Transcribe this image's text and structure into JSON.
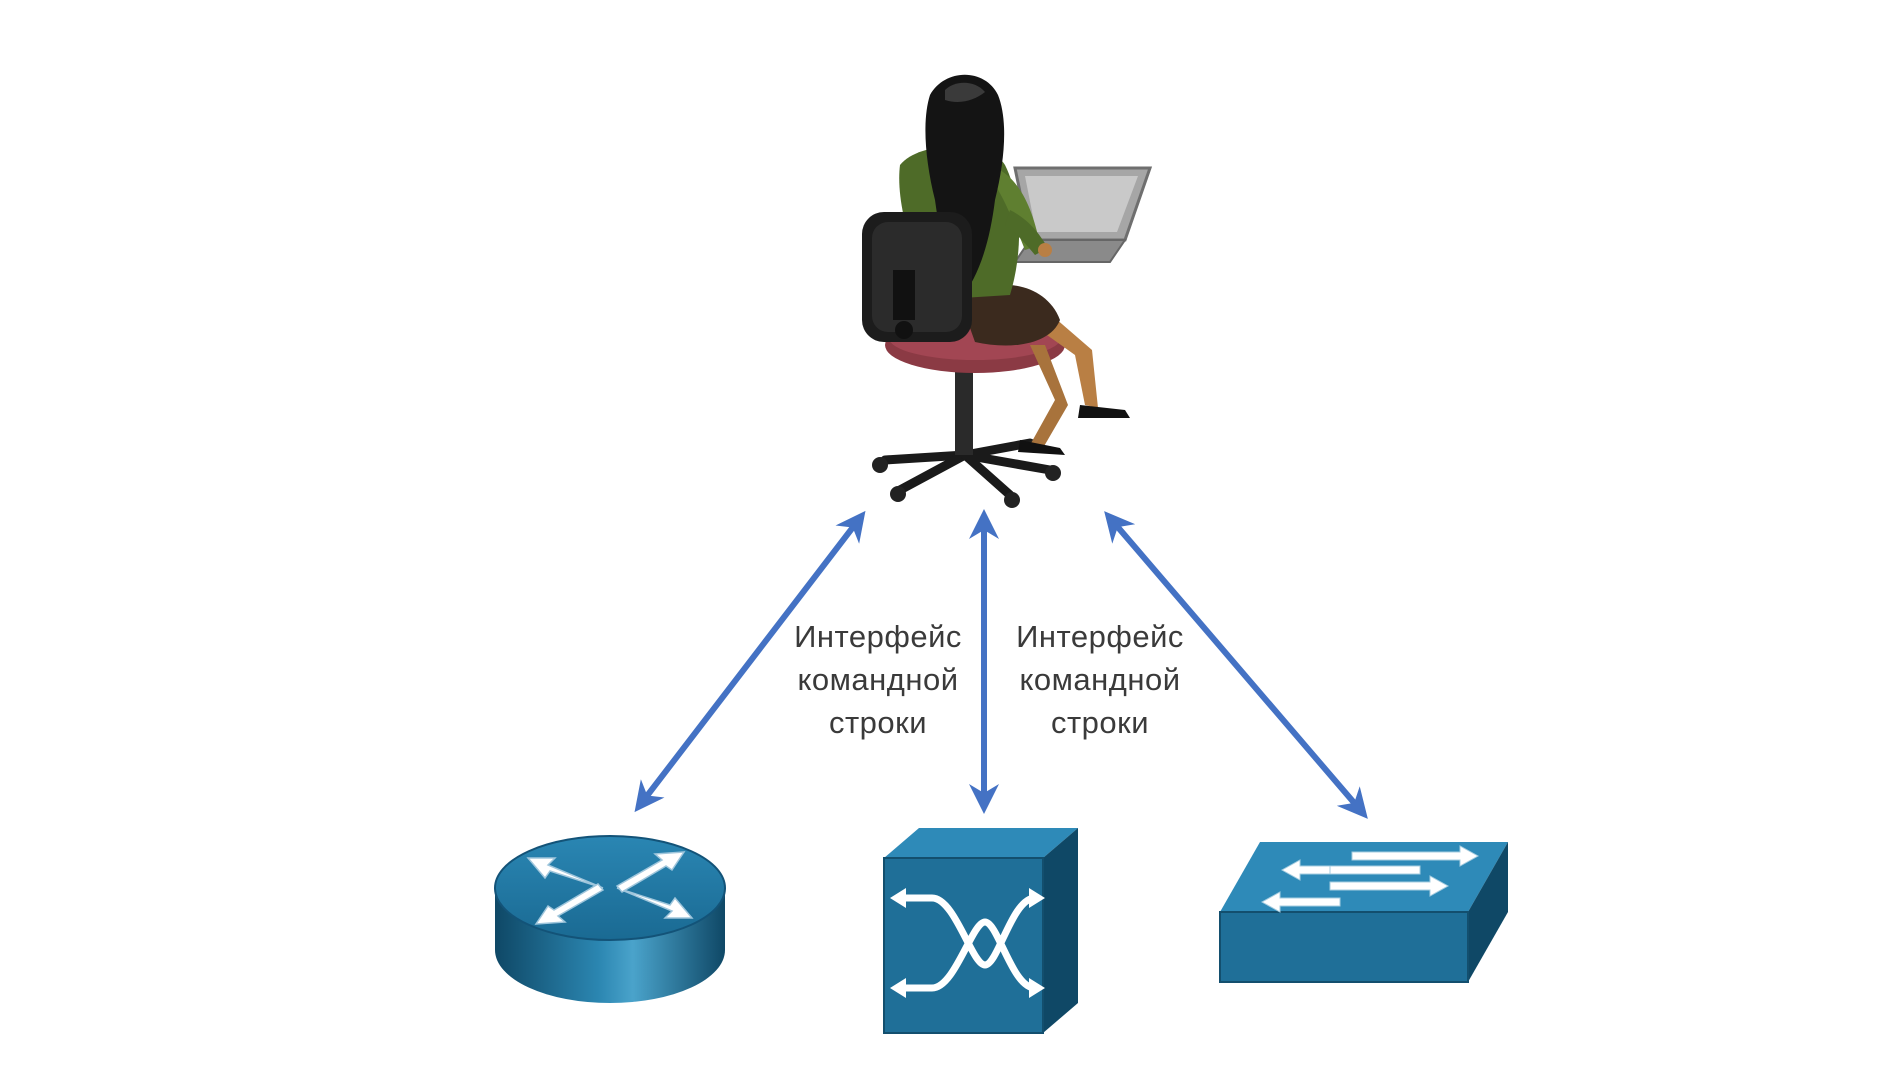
{
  "diagram": {
    "admin": {
      "icon": "admin-at-laptop-icon"
    },
    "links": [
      {
        "label_lines": [
          "Интерфейс",
          "командной",
          "строки"
        ]
      },
      {
        "label_lines": [
          "Интерфейс",
          "командной",
          "строки"
        ]
      }
    ],
    "devices": [
      {
        "icon": "router-icon"
      },
      {
        "icon": "multilayer-switch-icon"
      },
      {
        "icon": "switch-icon"
      }
    ],
    "colors": {
      "arrow": "#4472c4",
      "device_dark": "#13506e",
      "device_mid": "#1f6f98",
      "device_light": "#2d86b3",
      "label_text": "#3a3a3a"
    }
  }
}
